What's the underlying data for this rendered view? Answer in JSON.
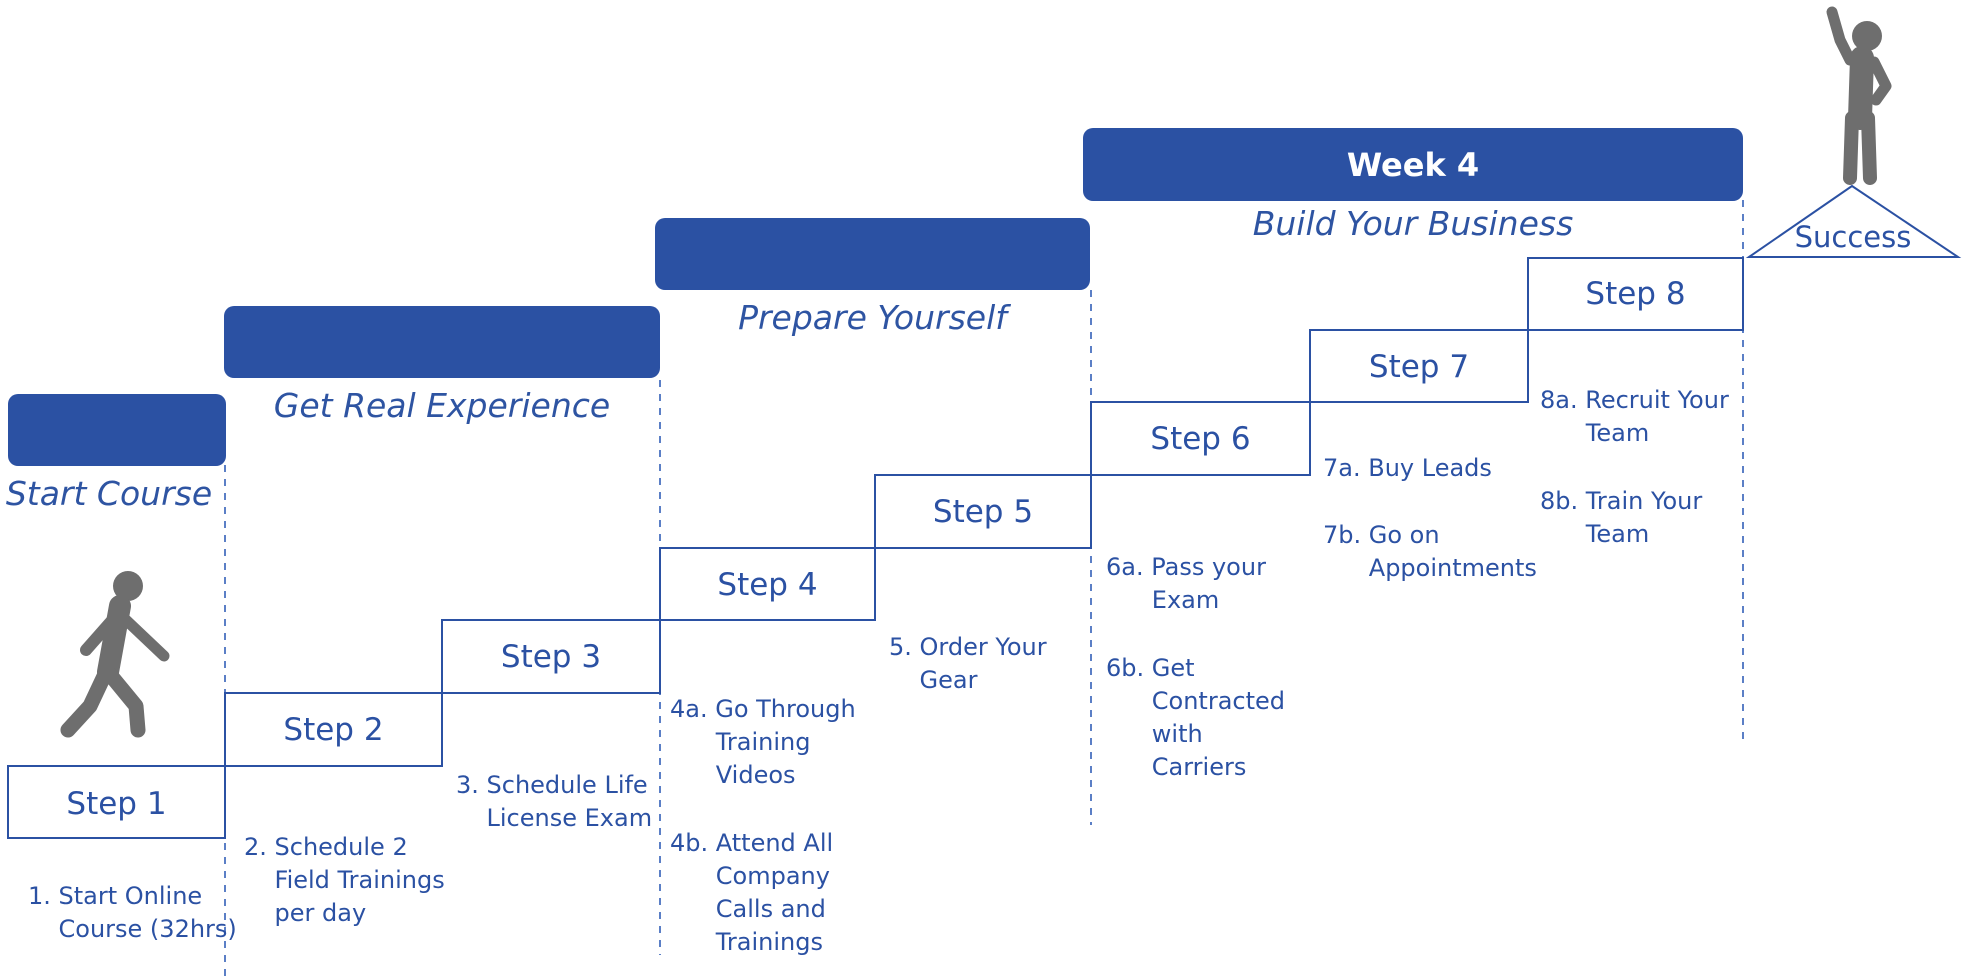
{
  "weeks": [
    {
      "label": "",
      "phase": "Start Course"
    },
    {
      "label": "",
      "phase": "Get Real Experience"
    },
    {
      "label": "",
      "phase": "Prepare Yourself"
    },
    {
      "label": "Week 4",
      "phase": "Build Your Business"
    }
  ],
  "steps": [
    "Step 1",
    "Step 2",
    "Step 3",
    "Step 4",
    "Step 5",
    "Step 6",
    "Step 7",
    "Step 8"
  ],
  "tasks": {
    "t1": "1. Start Online\n    Course (32hrs)",
    "t2": "2. Schedule 2\n    Field Trainings\n    per day",
    "t3": "3. Schedule Life\n    License Exam",
    "t4a": "4a. Go Through\n      Training\n      Videos",
    "t4b": "4b. Attend All\n      Company\n      Calls and\n      Trainings",
    "t5": "5. Order Your\n    Gear",
    "t6a": "6a. Pass your\n      Exam",
    "t6b": "6b. Get\n      Contracted\n      with\n      Carriers",
    "t7a": "7a. Buy Leads",
    "t7b": "7b. Go on\n      Appointments",
    "t8a": "8a. Recruit Your\n      Team",
    "t8b": "8b. Train Your\n      Team"
  },
  "success": "Success",
  "icons": {
    "start": "walking-person-icon",
    "end": "celebrating-person-icon"
  },
  "colors": {
    "accent": "#2b51a3",
    "line": "#2b51a3",
    "figure": "#6e6e6e"
  }
}
